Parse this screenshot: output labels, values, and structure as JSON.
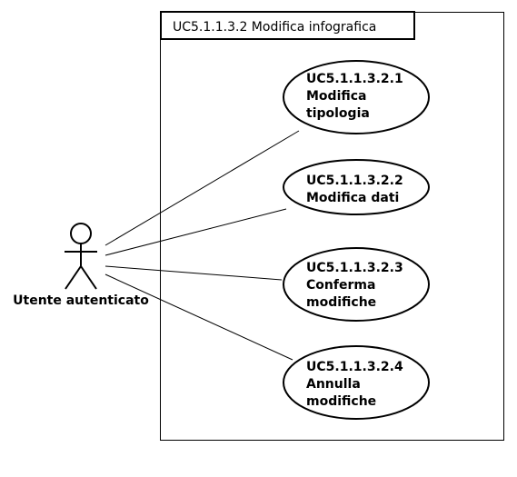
{
  "system": {
    "title": "UC5.1.1.3.2 Modifica infografica"
  },
  "actor": {
    "name": "Utente autenticato"
  },
  "use_cases": [
    {
      "lines": [
        "UC5.1.1.3.2.1",
        "Modifica",
        "tipologia"
      ]
    },
    {
      "lines": [
        "UC5.1.1.3.2.2",
        "Modifica dati"
      ]
    },
    {
      "lines": [
        "UC5.1.1.3.2.3",
        "Conferma",
        "modifiche"
      ]
    },
    {
      "lines": [
        "UC5.1.1.3.2.4",
        "Annulla",
        "modifiche"
      ]
    }
  ],
  "colors": {
    "stroke": "#000000",
    "fill": "#ffffff"
  }
}
